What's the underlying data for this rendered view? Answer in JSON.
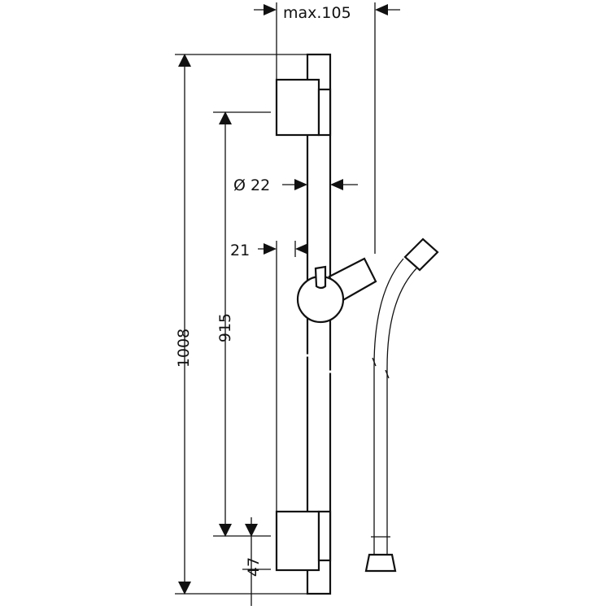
{
  "drawing": {
    "dimensions": {
      "max_projection": "max.105",
      "diameter": "Ø 22",
      "offset": "21",
      "total_length": "1008",
      "bracket_spacing": "915",
      "bottom_offset": "47"
    },
    "components": [
      "shower-rail",
      "top-wall-bracket",
      "bottom-wall-bracket",
      "slider-knob",
      "shower-hose"
    ]
  }
}
